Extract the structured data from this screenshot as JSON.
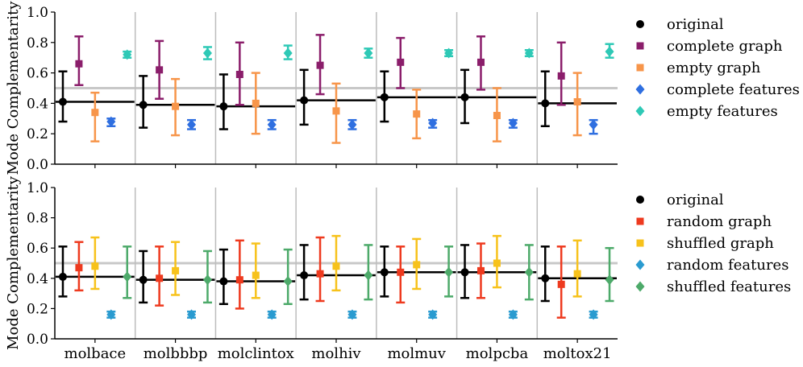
{
  "chart_data": [
    {
      "type": "errorbar",
      "ylabel": "Mode Complementarity",
      "ylim": [
        0.0,
        1.0
      ],
      "yticks": [
        "0.0",
        "0.2",
        "0.4",
        "0.6",
        "0.8",
        "1.0"
      ],
      "categories": [
        "molbace",
        "molbbbp",
        "molclintox",
        "molhiv",
        "molmuv",
        "molpcba",
        "moltox21"
      ],
      "reference_line": 0.5,
      "legend_position": "right",
      "series": [
        {
          "name": "original",
          "marker": "circle",
          "color": "#000000",
          "values": [
            0.41,
            0.39,
            0.38,
            0.42,
            0.44,
            0.44,
            0.4
          ],
          "lower": [
            0.28,
            0.24,
            0.23,
            0.26,
            0.28,
            0.27,
            0.25
          ],
          "upper": [
            0.61,
            0.58,
            0.59,
            0.62,
            0.61,
            0.62,
            0.61
          ]
        },
        {
          "name": "complete graph",
          "marker": "square",
          "color": "#8B1E6B",
          "values": [
            0.66,
            0.62,
            0.59,
            0.65,
            0.67,
            0.67,
            0.58
          ],
          "lower": [
            0.52,
            0.43,
            0.39,
            0.46,
            0.5,
            0.49,
            0.39
          ],
          "upper": [
            0.84,
            0.81,
            0.8,
            0.85,
            0.83,
            0.84,
            0.8
          ]
        },
        {
          "name": "empty graph",
          "marker": "square",
          "color": "#F7954A",
          "values": [
            0.34,
            0.38,
            0.4,
            0.35,
            0.33,
            0.32,
            0.41
          ],
          "lower": [
            0.15,
            0.19,
            0.2,
            0.14,
            0.17,
            0.15,
            0.19
          ],
          "upper": [
            0.47,
            0.56,
            0.6,
            0.53,
            0.49,
            0.5,
            0.6
          ]
        },
        {
          "name": "complete features",
          "marker": "diamond",
          "color": "#2F6FE0",
          "values": [
            0.28,
            0.26,
            0.26,
            0.26,
            0.27,
            0.27,
            0.26
          ],
          "lower": [
            0.25,
            0.23,
            0.23,
            0.23,
            0.24,
            0.24,
            0.2
          ],
          "upper": [
            0.3,
            0.29,
            0.29,
            0.29,
            0.29,
            0.29,
            0.29
          ]
        },
        {
          "name": "empty features",
          "marker": "diamond",
          "color": "#2EC9B6",
          "values": [
            0.72,
            0.73,
            0.73,
            0.73,
            0.73,
            0.73,
            0.74
          ],
          "lower": [
            0.7,
            0.69,
            0.69,
            0.7,
            0.71,
            0.71,
            0.7
          ],
          "upper": [
            0.74,
            0.77,
            0.78,
            0.76,
            0.75,
            0.75,
            0.79
          ]
        }
      ]
    },
    {
      "type": "errorbar",
      "ylabel": "Mode Complementarity",
      "ylim": [
        0.0,
        1.0
      ],
      "yticks": [
        "0.0",
        "0.2",
        "0.4",
        "0.6",
        "0.8",
        "1.0"
      ],
      "categories": [
        "molbace",
        "molbbbp",
        "molclintox",
        "molhiv",
        "molmuv",
        "molpcba",
        "moltox21"
      ],
      "reference_line": 0.5,
      "legend_position": "right",
      "series": [
        {
          "name": "original",
          "marker": "circle",
          "color": "#000000",
          "values": [
            0.41,
            0.39,
            0.38,
            0.42,
            0.44,
            0.44,
            0.4
          ],
          "lower": [
            0.28,
            0.24,
            0.23,
            0.26,
            0.28,
            0.27,
            0.25
          ],
          "upper": [
            0.61,
            0.58,
            0.59,
            0.62,
            0.61,
            0.62,
            0.61
          ]
        },
        {
          "name": "random graph",
          "marker": "square",
          "color": "#EE3A1F",
          "values": [
            0.47,
            0.4,
            0.39,
            0.43,
            0.44,
            0.45,
            0.36
          ],
          "lower": [
            0.32,
            0.22,
            0.2,
            0.25,
            0.24,
            0.27,
            0.14
          ],
          "upper": [
            0.64,
            0.61,
            0.65,
            0.67,
            0.61,
            0.63,
            0.61
          ]
        },
        {
          "name": "shuffled graph",
          "marker": "square",
          "color": "#F7C21B",
          "values": [
            0.48,
            0.45,
            0.42,
            0.48,
            0.49,
            0.5,
            0.43
          ],
          "lower": [
            0.33,
            0.29,
            0.27,
            0.32,
            0.33,
            0.34,
            0.28
          ],
          "upper": [
            0.67,
            0.64,
            0.63,
            0.68,
            0.66,
            0.68,
            0.65
          ]
        },
        {
          "name": "random features",
          "marker": "diamond",
          "color": "#2A9BD0",
          "values": [
            0.16,
            0.16,
            0.16,
            0.16,
            0.16,
            0.16,
            0.16
          ],
          "lower": [
            0.14,
            0.14,
            0.14,
            0.14,
            0.14,
            0.14,
            0.14
          ],
          "upper": [
            0.18,
            0.18,
            0.18,
            0.18,
            0.18,
            0.18,
            0.18
          ]
        },
        {
          "name": "shuffled features",
          "marker": "diamond",
          "color": "#4DAA6A",
          "values": [
            0.41,
            0.39,
            0.38,
            0.42,
            0.44,
            0.44,
            0.39
          ],
          "lower": [
            0.27,
            0.24,
            0.23,
            0.26,
            0.28,
            0.26,
            0.25
          ],
          "upper": [
            0.61,
            0.58,
            0.59,
            0.62,
            0.61,
            0.62,
            0.6
          ]
        }
      ]
    }
  ]
}
